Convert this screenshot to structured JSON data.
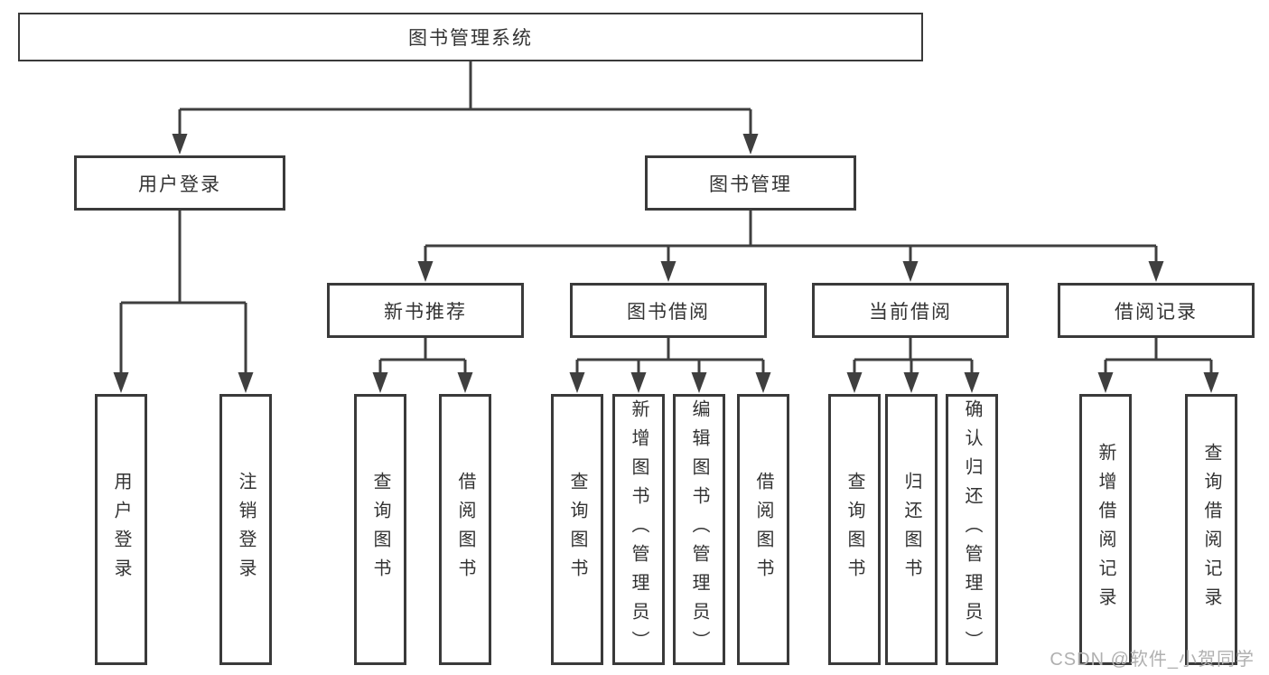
{
  "diagram": {
    "root": {
      "label": "图书管理系统"
    },
    "level2": [
      {
        "id": "user-login",
        "label": "用户登录",
        "parent": "图书管理系统"
      },
      {
        "id": "book-management",
        "label": "图书管理",
        "parent": "图书管理系统"
      }
    ],
    "level3": [
      {
        "id": "new-book-recommend",
        "label": "新书推荐",
        "parent": "图书管理"
      },
      {
        "id": "book-borrow",
        "label": "图书借阅",
        "parent": "图书管理"
      },
      {
        "id": "current-borrow",
        "label": "当前借阅",
        "parent": "图书管理"
      },
      {
        "id": "borrow-records",
        "label": "借阅记录",
        "parent": "图书管理"
      }
    ],
    "leaves": [
      {
        "label": "用户登录",
        "parent": "用户登录"
      },
      {
        "label": "注销登录",
        "parent": "用户登录"
      },
      {
        "label": "查询图书",
        "parent": "新书推荐"
      },
      {
        "label": "借阅图书",
        "parent": "新书推荐"
      },
      {
        "label": "查询图书",
        "parent": "图书借阅"
      },
      {
        "label": "新增图书（管理员）",
        "parent": "图书借阅"
      },
      {
        "label": "编辑图书（管理员）",
        "parent": "图书借阅"
      },
      {
        "label": "借阅图书",
        "parent": "图书借阅"
      },
      {
        "label": "查询图书",
        "parent": "当前借阅"
      },
      {
        "label": "归还图书",
        "parent": "当前借阅"
      },
      {
        "label": "确认归还（管理员）",
        "parent": "当前借阅"
      },
      {
        "label": "新增借阅记录",
        "parent": "借阅记录"
      },
      {
        "label": "查询借阅记录",
        "parent": "借阅记录"
      }
    ]
  },
  "watermark": "CSDN @软件_小贺同学",
  "colors": {
    "line": "#3f3f3f",
    "box_border": "#3a3a3a",
    "text": "#333333",
    "watermark": "#b0b0b0",
    "background": "#ffffff"
  }
}
